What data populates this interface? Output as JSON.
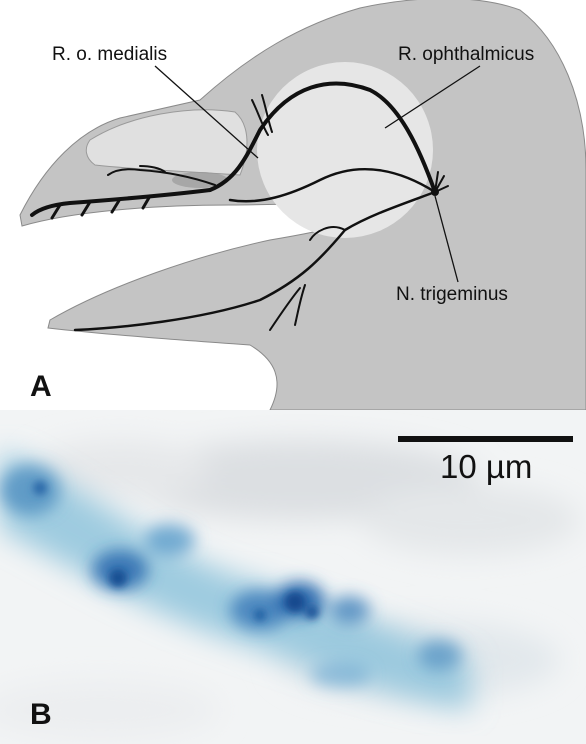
{
  "panel_a": {
    "letter": "A",
    "labels": {
      "medialis": "R. o. medialis",
      "ophthalmicus": "R. ophthalmicus",
      "trigeminus": "N. trigeminus"
    },
    "colors": {
      "head": "#c4c4c4",
      "eye": "#e6e6e6",
      "nerve": "#111111"
    }
  },
  "panel_b": {
    "letter": "B",
    "scale_bar": "10 µm",
    "colors": {
      "stain": "#1f5fa8",
      "background": "#f4f6f7"
    }
  }
}
